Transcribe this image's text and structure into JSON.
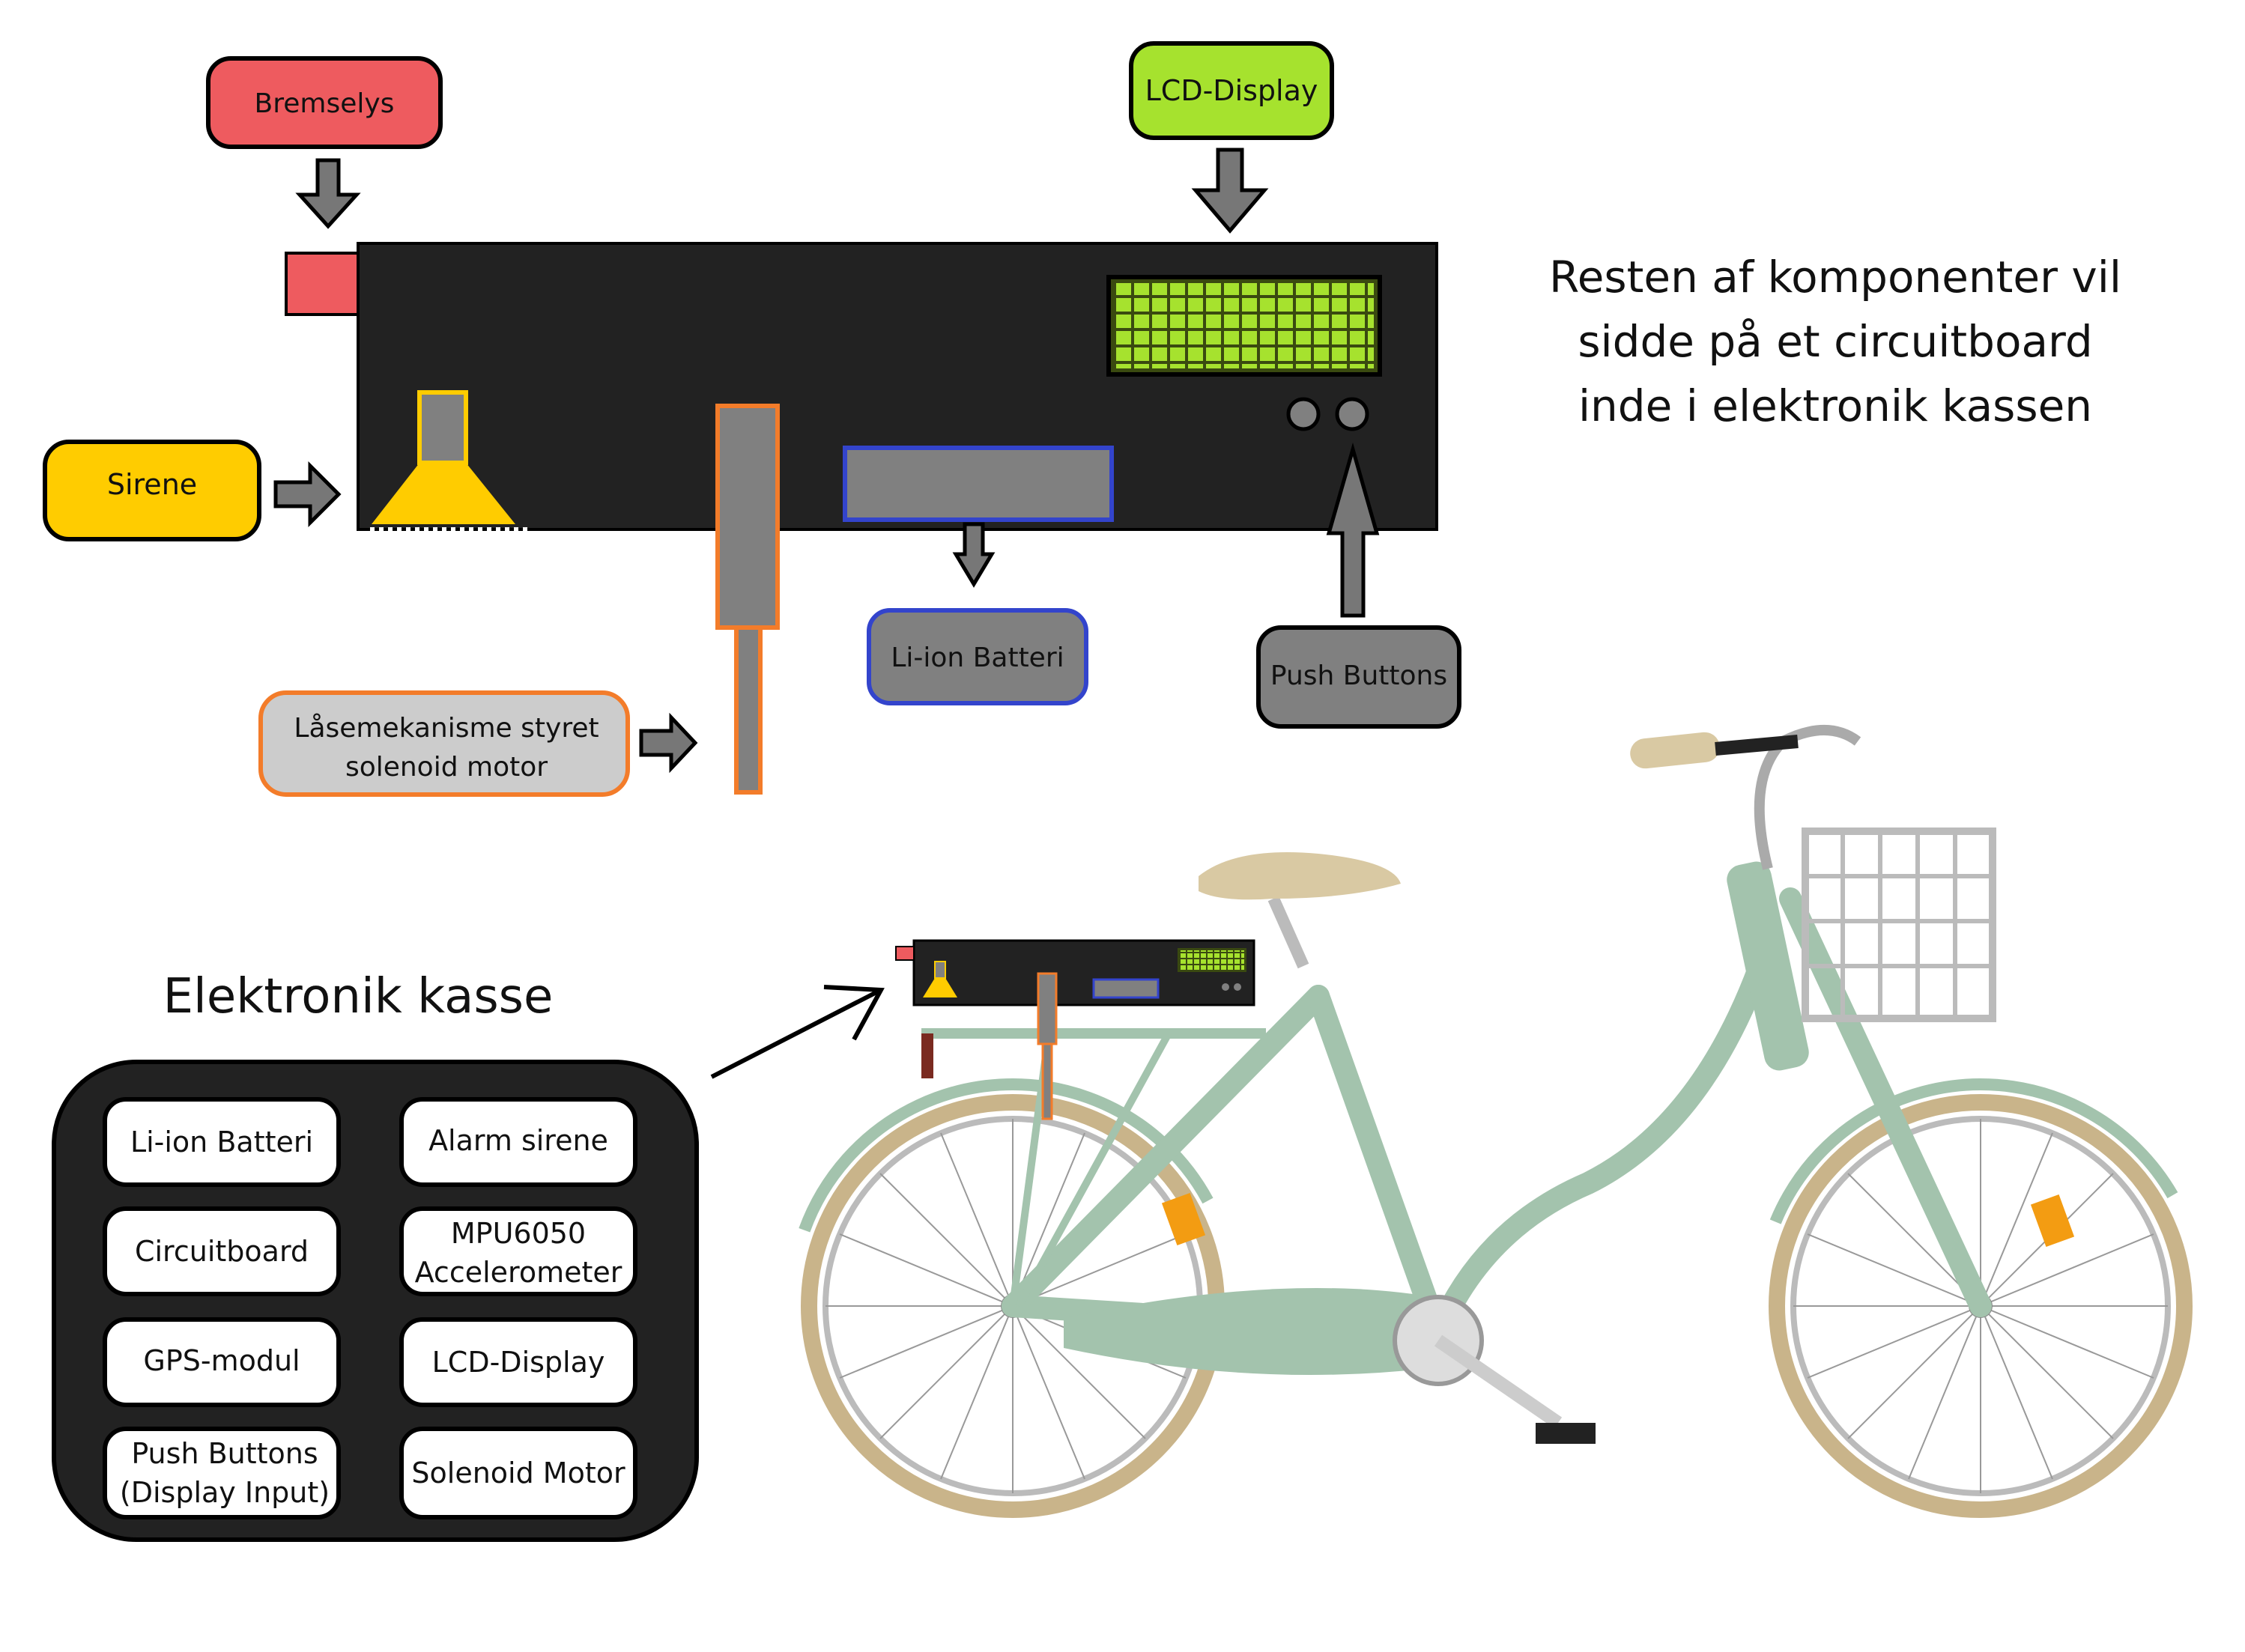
{
  "diagram": {
    "callouts": {
      "brake_light": "Bremselys",
      "lcd": "LCD-Display",
      "siren": "Sirene",
      "battery": "Li-ion Batteri",
      "push_buttons": "Push Buttons",
      "lock_line1": "Låsemekanisme styret",
      "lock_line2": "solenoid motor"
    },
    "note": {
      "line1": "Resten af komponenter vil",
      "line2": "sidde på et circuitboard",
      "line3": "inde i elektronik kassen"
    },
    "box_title": "Elektronik kasse",
    "components": {
      "battery": "Li-ion Batteri",
      "alarm": "Alarm sirene",
      "circuitboard": "Circuitboard",
      "mpu_line1": "MPU6050",
      "mpu_line2": "Accelerometer",
      "gps": "GPS-modul",
      "lcd": "LCD-Display",
      "push_line1": "Push Buttons",
      "push_line2": "(Display Input)",
      "solenoid": "Solenoid Motor"
    }
  },
  "colors": {
    "brake_light": "#ee5b5f",
    "lcd_green": "#a6e22e",
    "siren_yellow": "#ffcc00",
    "battery_blue": "#3344cc",
    "lock_orange": "#f37c2a",
    "button_gray": "#808080",
    "bike_frame": "#a3c3ad",
    "housing": "#222222"
  },
  "icons": [
    "brake-light",
    "lcd-screen",
    "siren-horn",
    "battery-bar",
    "push-button",
    "solenoid-actuator",
    "bicycle"
  ]
}
